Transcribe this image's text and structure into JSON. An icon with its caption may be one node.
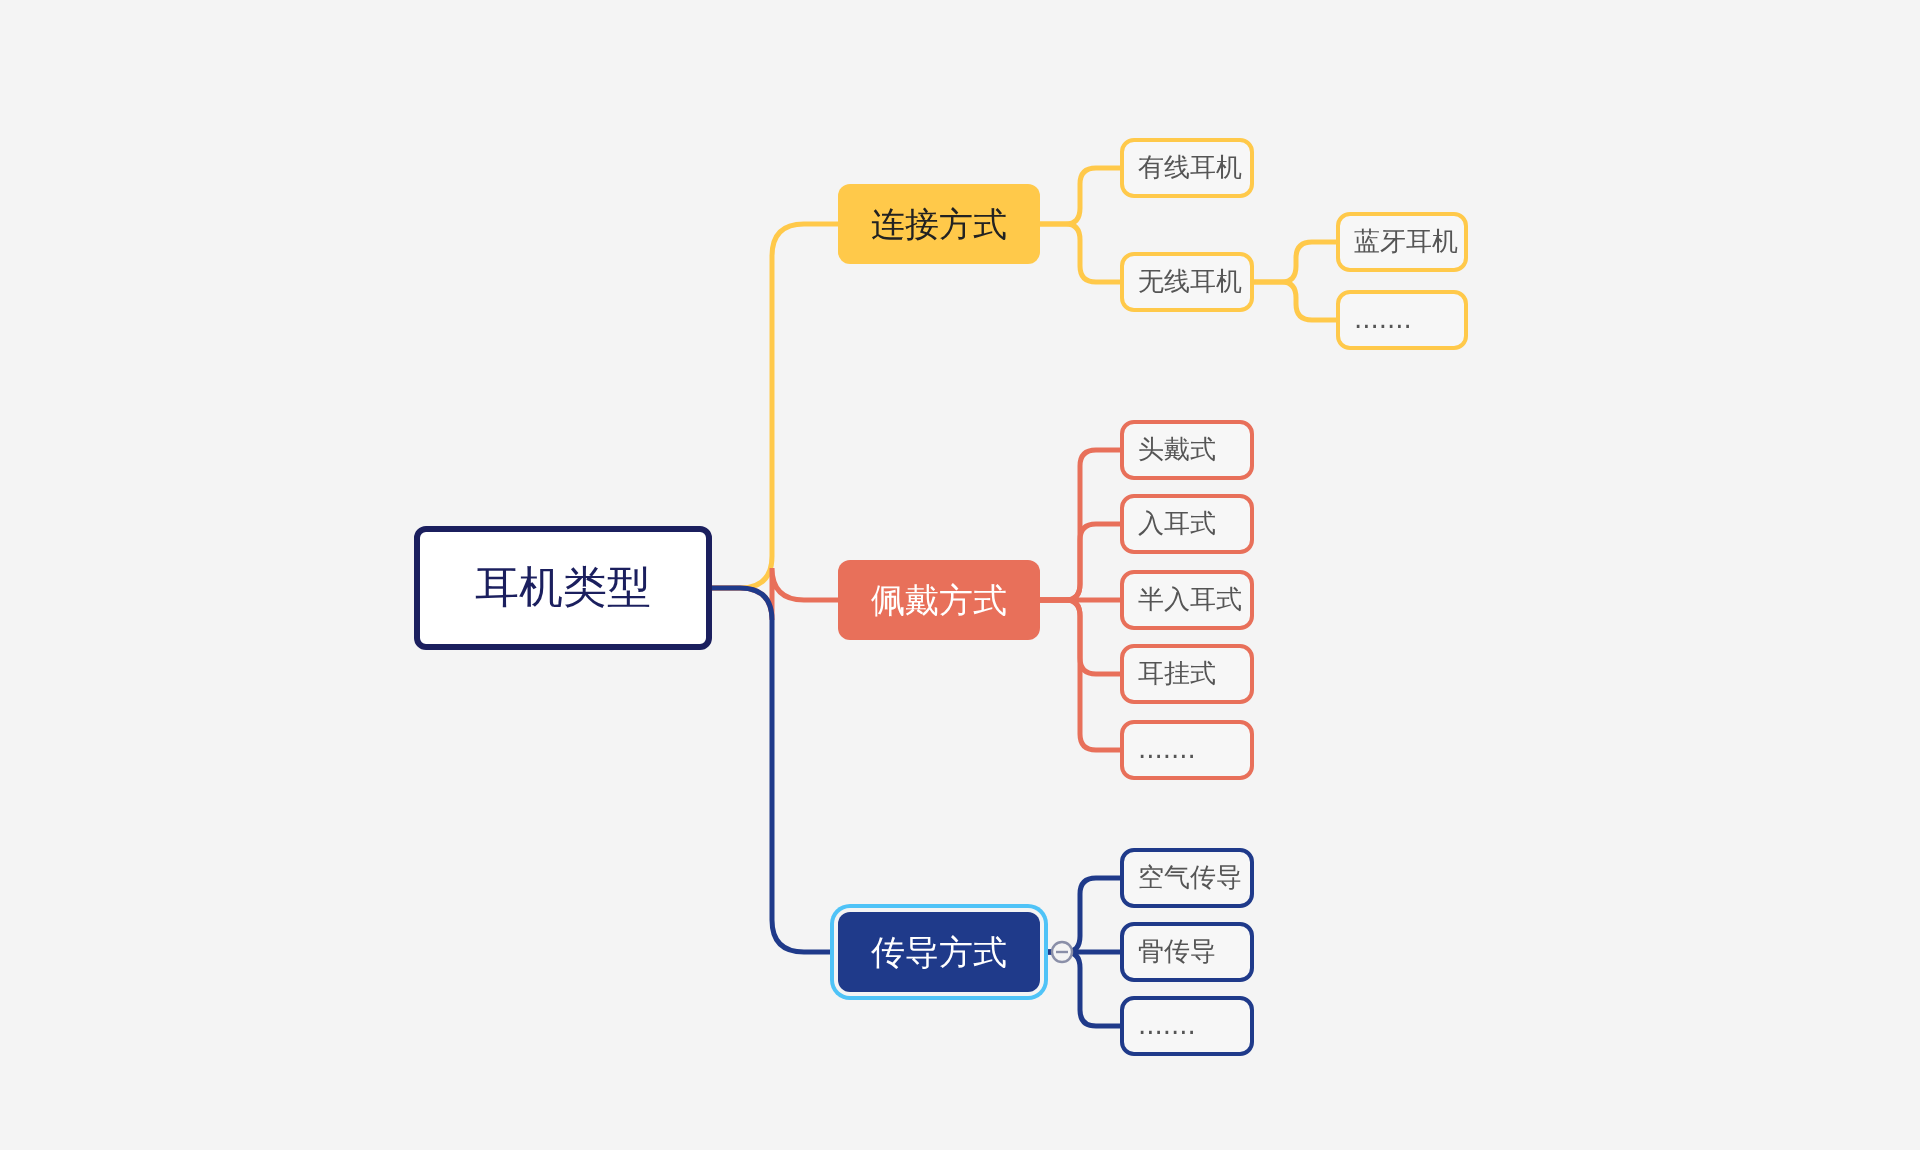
{
  "diagram": {
    "nodes": [
      {
        "text": [
          "耳机类型"
        ]
      },
      {
        "text": [
          "连接方式"
        ]
      },
      {
        "text": [
          "有线耳机"
        ]
      },
      {
        "text": [
          "无线耳机"
        ]
      },
      {
        "text": [
          "蓝牙耳机"
        ]
      },
      {
        "text": [
          "......."
        ]
      },
      {
        "text": [
          "佩戴方式"
        ]
      },
      {
        "text": [
          "头戴式"
        ]
      },
      {
        "text": [
          "入耳式"
        ]
      },
      {
        "text": [
          "半入耳式"
        ]
      },
      {
        "text": [
          "耳挂式"
        ]
      },
      {
        "text": [
          "......."
        ]
      },
      {
        "text": [
          "传导方式"
        ]
      },
      {
        "text": [
          "空气传导"
        ]
      },
      {
        "text": [
          "骨传导"
        ]
      },
      {
        "text": [
          "......."
        ]
      }
    ],
    "edges": [
      {
        "from": 0,
        "to": 1,
        "arrow": "none",
        "color": "#ffc94a"
      },
      {
        "from": 1,
        "to": 2,
        "arrow": "none",
        "color": "#ffc94a"
      },
      {
        "from": 1,
        "to": 3,
        "arrow": "none",
        "color": "#ffc94a"
      },
      {
        "from": 3,
        "to": 4,
        "arrow": "none",
        "color": "#ffc94a"
      },
      {
        "from": 3,
        "to": 5,
        "arrow": "none",
        "color": "#ffc94a"
      },
      {
        "from": 0,
        "to": 6,
        "arrow": "none",
        "color": "#e8705a"
      },
      {
        "from": 6,
        "to": 7,
        "arrow": "none",
        "color": "#e8705a"
      },
      {
        "from": 6,
        "to": 8,
        "arrow": "none",
        "color": "#e8705a"
      },
      {
        "from": 6,
        "to": 9,
        "arrow": "none",
        "color": "#e8705a"
      },
      {
        "from": 6,
        "to": 10,
        "arrow": "none",
        "color": "#e8705a"
      },
      {
        "from": 6,
        "to": 11,
        "arrow": "none",
        "color": "#e8705a"
      },
      {
        "from": 0,
        "to": 12,
        "arrow": "none",
        "color": "#1f3a8a"
      },
      {
        "from": 12,
        "to": 13,
        "arrow": "none",
        "color": "#1f3a8a"
      },
      {
        "from": 12,
        "to": 14,
        "arrow": "none",
        "color": "#1f3a8a"
      },
      {
        "from": 12,
        "to": 15,
        "arrow": "none",
        "color": "#1f3a8a"
      }
    ]
  }
}
